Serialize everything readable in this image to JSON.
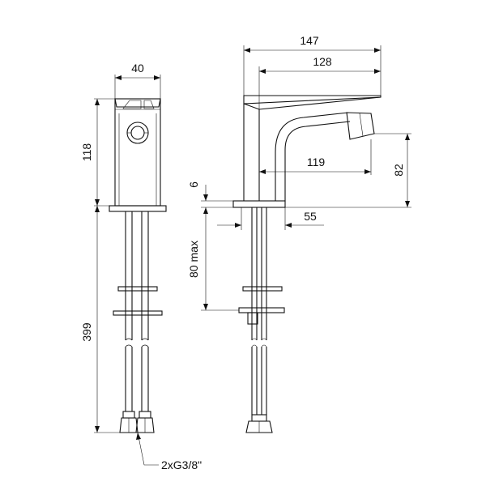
{
  "dimensions": {
    "front_width": "40",
    "front_body_height": "118",
    "total_hose_length": "399",
    "overall_reach": "147",
    "lever_length": "128",
    "spout_reach": "119",
    "spout_height": "82",
    "base_thickness": "6",
    "base_offset": "55",
    "max_counter_thickness": "80 max",
    "connection_spec": "2xG3/8\""
  }
}
